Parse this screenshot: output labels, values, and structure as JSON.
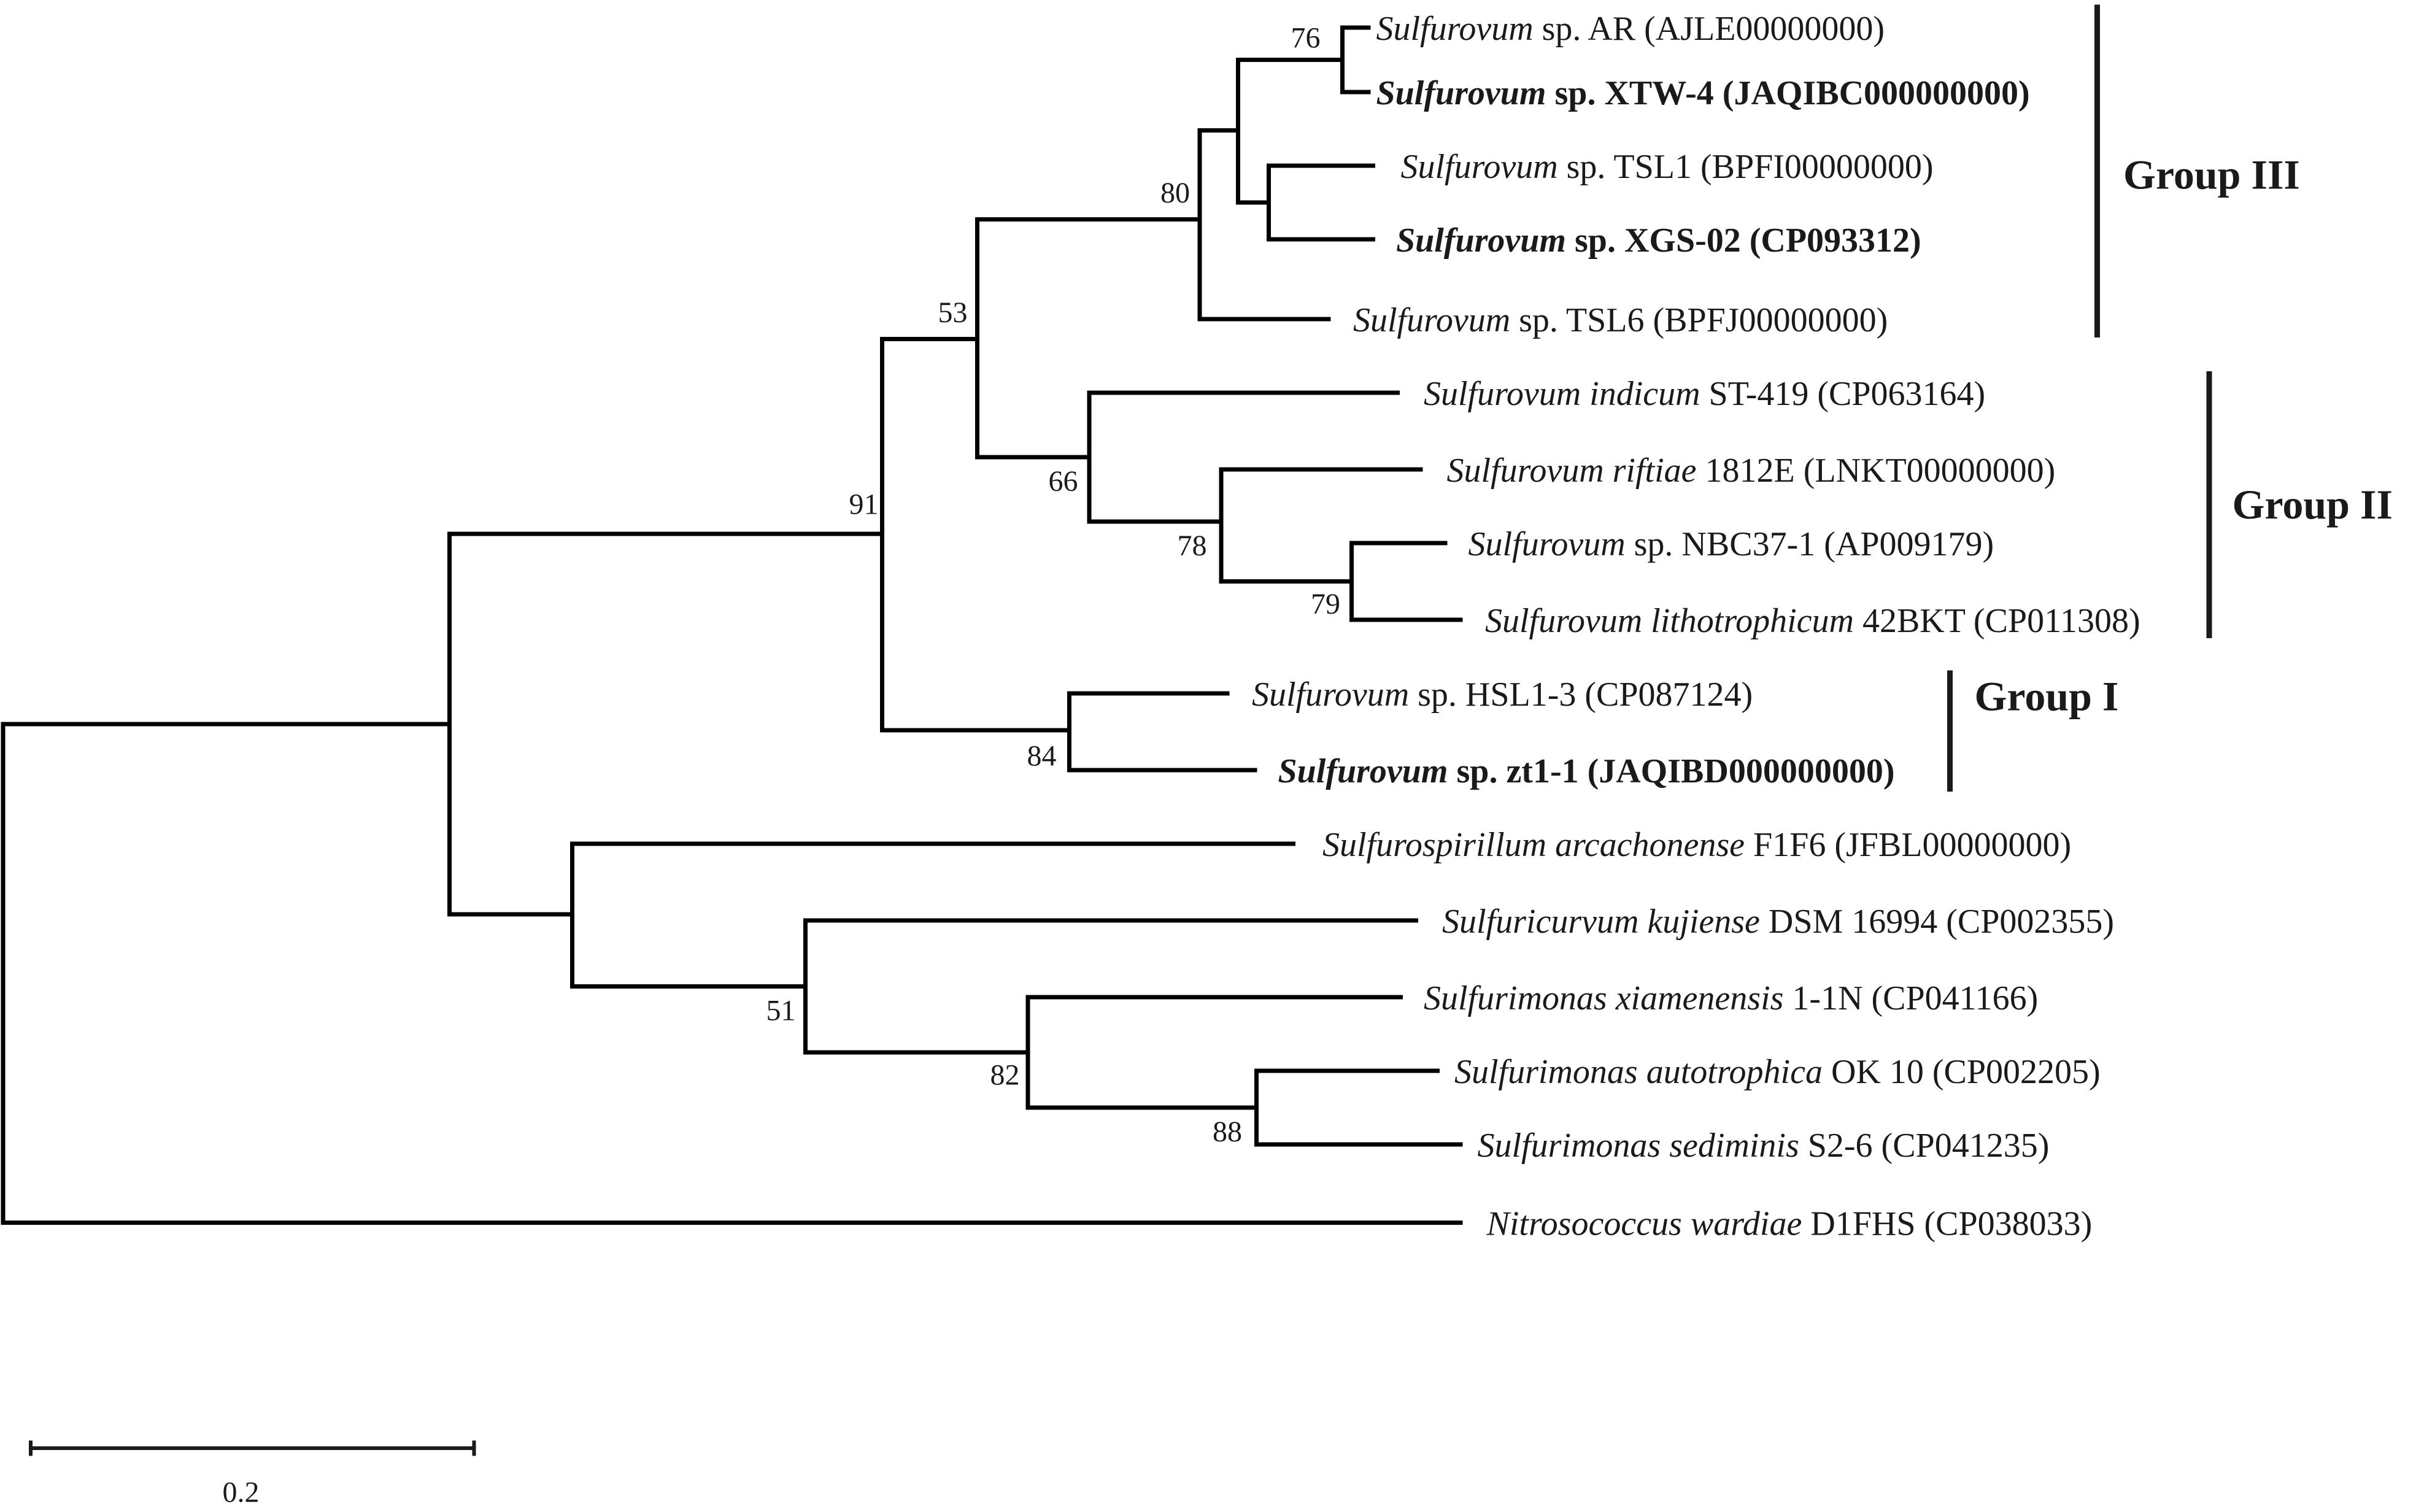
{
  "taxa": [
    {
      "id": "ar",
      "parts": [
        {
          "t": "Sulfurovum",
          "i": true
        },
        {
          "t": " sp. AR (AJLE00000000)",
          "i": false
        }
      ],
      "bold": false
    },
    {
      "id": "xtw4",
      "parts": [
        {
          "t": "Sulfurovum",
          "i": true
        },
        {
          "t": " sp. XTW-4 (JAQIBC000000000)",
          "i": false
        }
      ],
      "bold": true
    },
    {
      "id": "tsl1",
      "parts": [
        {
          "t": "Sulfurovum",
          "i": true
        },
        {
          "t": " sp. TSL1 (BPFI00000000)",
          "i": false
        }
      ],
      "bold": false
    },
    {
      "id": "xgs02",
      "parts": [
        {
          "t": "Sulfurovum",
          "i": true
        },
        {
          "t": " sp. XGS-02 (CP093312)",
          "i": false
        }
      ],
      "bold": true
    },
    {
      "id": "tsl6",
      "parts": [
        {
          "t": "Sulfurovum",
          "i": true
        },
        {
          "t": " sp. TSL6 (BPFJ00000000)",
          "i": false
        }
      ],
      "bold": false
    },
    {
      "id": "indicum",
      "parts": [
        {
          "t": "Sulfurovum indicum",
          "i": true
        },
        {
          "t": " ST-419 (CP063164)",
          "i": false
        }
      ],
      "bold": false
    },
    {
      "id": "riftiae",
      "parts": [
        {
          "t": "Sulfurovum riftiae",
          "i": true
        },
        {
          "t": " 1812E (LNKT00000000)",
          "i": false
        }
      ],
      "bold": false
    },
    {
      "id": "nbc371",
      "parts": [
        {
          "t": "Sulfurovum",
          "i": true
        },
        {
          "t": " sp. NBC37-1 (AP009179)",
          "i": false
        }
      ],
      "bold": false
    },
    {
      "id": "litho",
      "parts": [
        {
          "t": "Sulfurovum lithotrophicum",
          "i": true
        },
        {
          "t": " 42BKT (CP011308)",
          "i": false
        }
      ],
      "bold": false
    },
    {
      "id": "hsl13",
      "parts": [
        {
          "t": "Sulfurovum",
          "i": true
        },
        {
          "t": " sp. HSL1-3 (CP087124)",
          "i": false
        }
      ],
      "bold": false
    },
    {
      "id": "zt11",
      "parts": [
        {
          "t": "Sulfurovum",
          "i": true
        },
        {
          "t": " sp. zt1-1 (JAQIBD000000000)",
          "i": false
        }
      ],
      "bold": true
    },
    {
      "id": "arcach",
      "parts": [
        {
          "t": "Sulfurospirillum arcachonense",
          "i": true
        },
        {
          "t": " F1F6 (JFBL00000000)",
          "i": false
        }
      ],
      "bold": false
    },
    {
      "id": "kujiense",
      "parts": [
        {
          "t": "Sulfuricurvum kujiense",
          "i": true
        },
        {
          "t": " DSM 16994 (CP002355)",
          "i": false
        }
      ],
      "bold": false
    },
    {
      "id": "xiamen",
      "parts": [
        {
          "t": "Sulfurimonas xiamenensis",
          "i": true
        },
        {
          "t": " 1-1N (CP041166)",
          "i": false
        }
      ],
      "bold": false
    },
    {
      "id": "autotr",
      "parts": [
        {
          "t": "Sulfurimonas autotrophica",
          "i": true
        },
        {
          "t": " OK 10 (CP002205)",
          "i": false
        }
      ],
      "bold": false
    },
    {
      "id": "sedim",
      "parts": [
        {
          "t": "Sulfurimonas sediminis",
          "i": true
        },
        {
          "t": " S2-6 (CP041235)",
          "i": false
        }
      ],
      "bold": false
    },
    {
      "id": "nitroso",
      "parts": [
        {
          "t": "Nitrosococcus wardiae",
          "i": true
        },
        {
          "t": " D1FHS (CP038033)",
          "i": false
        }
      ],
      "bold": false
    }
  ],
  "support_values": [
    "76",
    "80",
    "53",
    "66",
    "78",
    "79",
    "91",
    "84",
    "51",
    "82",
    "88"
  ],
  "groups": [
    "Group III",
    "Group II",
    "Group I"
  ],
  "scale_bar": {
    "label": "0.2"
  }
}
